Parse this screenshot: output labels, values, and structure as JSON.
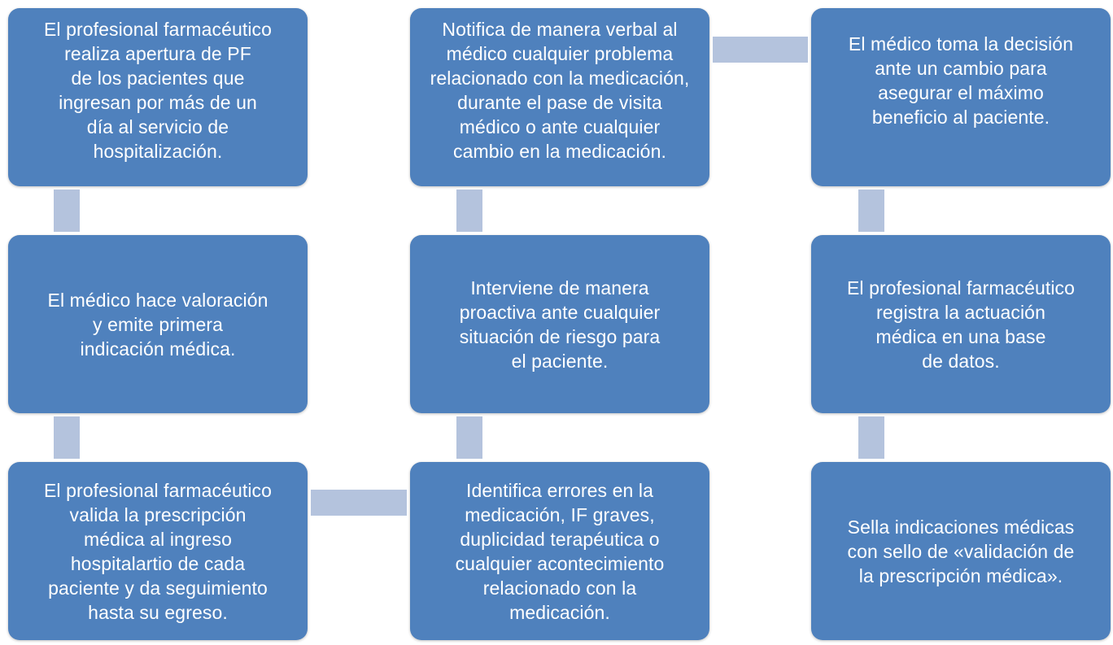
{
  "steps": [
    {
      "lines": [
        "El profesional farmacéutico",
        "realiza apertura de PF",
        "de los pacientes que",
        "ingresan por más de un",
        "día al servicio de",
        "hospitalización."
      ]
    },
    {
      "lines": [
        "El médico hace valoración",
        "y emite primera",
        "indicación médica."
      ]
    },
    {
      "lines": [
        "El profesional farmacéutico",
        "valida la prescripción",
        "médica al ingreso",
        "hospitalartio de cada",
        "paciente y da seguimiento",
        "hasta su egreso."
      ]
    },
    {
      "lines": [
        "Identifica errores en la",
        "medicación, IF graves,",
        "duplicidad terapéutica o",
        "cualquier acontecimiento",
        "relacionado con la",
        "medicación."
      ]
    },
    {
      "lines": [
        "Interviene de manera",
        "proactiva ante cualquier",
        "situación de riesgo para",
        "el paciente."
      ]
    },
    {
      "lines": [
        "Notifica de manera verbal al",
        "médico cualquier problema",
        "relacionado con la medicación,",
        "durante el pase de visita",
        "médico o ante cualquier",
        "cambio en la medicación."
      ]
    },
    {
      "lines": [
        "El médico toma la decisión",
        "ante un cambio para",
        "asegurar el máximo",
        "beneficio al paciente."
      ]
    },
    {
      "lines": [
        "El profesional farmacéutico",
        "registra la actuación",
        "médica en una base",
        "de datos."
      ]
    },
    {
      "lines": [
        "Sella indicaciones médicas",
        "con sello de «validación de",
        "la prescripción médica»."
      ]
    }
  ],
  "colors": {
    "box_fill": "#4f81bd",
    "connector": "#b4c3dd",
    "text": "#ffffff"
  }
}
